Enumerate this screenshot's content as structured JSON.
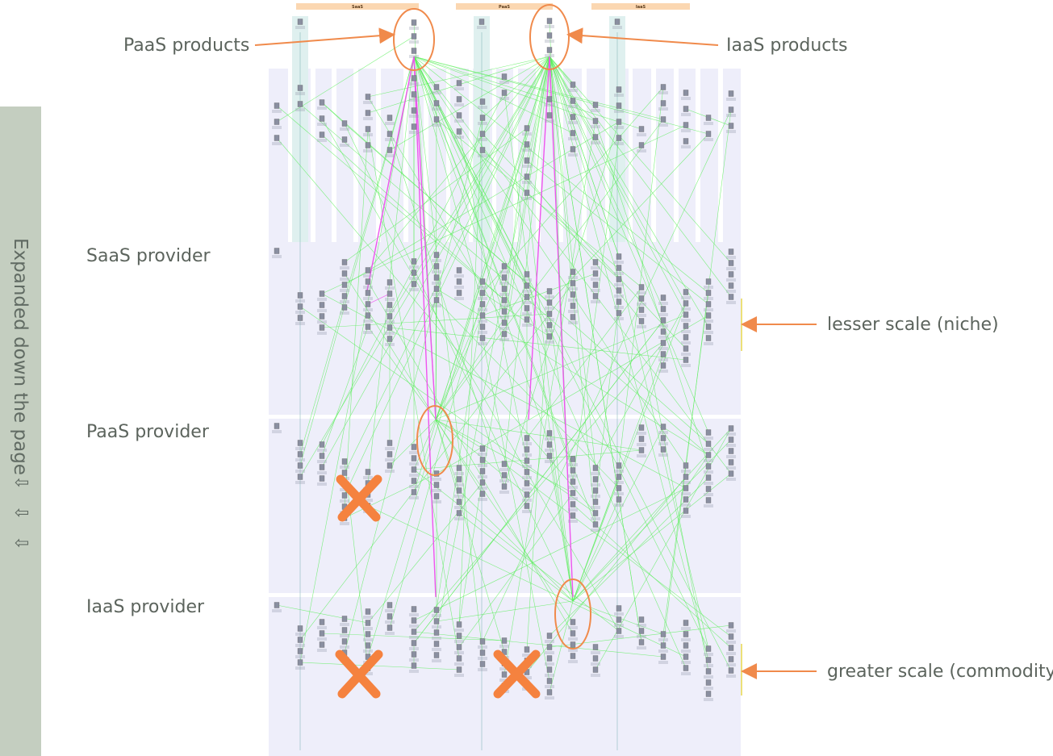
{
  "side_label": {
    "text": "Expanded down the page",
    "arrows": "⇩ ⇩ ⇩"
  },
  "callouts": {
    "paas_products": "PaaS products",
    "iaas_products": "IaaS products",
    "saas_provider": "SaaS provider",
    "paas_provider": "PaaS provider",
    "iaas_provider": "IaaS provider",
    "lesser_scale": "lesser scale (niche)",
    "greater_scale": "greater scale (commodity)"
  },
  "column_headers": [
    "SaaS",
    "PaaS",
    "IaaS"
  ],
  "colors": {
    "panel": "#eeeefa",
    "header_band": "#fbd7b1",
    "market_column": "#dff0ef",
    "green_link": "#55ee55",
    "magenta_link": "#ee55ee",
    "annotation": "#f08a4b",
    "side_band": "#c4cec0",
    "callout_text": "#5c645d"
  }
}
